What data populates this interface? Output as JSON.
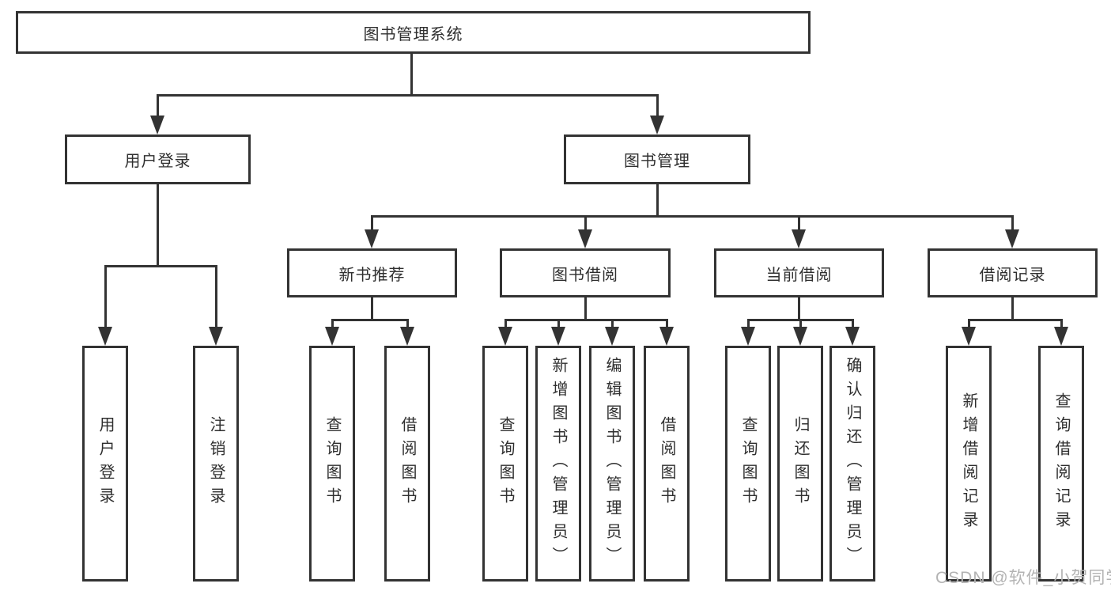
{
  "diagram": {
    "title": "图书管理系统",
    "level2": [
      {
        "label": "用户登录"
      },
      {
        "label": "图书管理"
      }
    ],
    "level3": [
      {
        "label": "新书推荐",
        "parent": "图书管理"
      },
      {
        "label": "图书借阅",
        "parent": "图书管理"
      },
      {
        "label": "当前借阅",
        "parent": "图书管理"
      },
      {
        "label": "借阅记录",
        "parent": "图书管理"
      }
    ],
    "level4": [
      {
        "label": "用户登录",
        "parent": "用户登录"
      },
      {
        "label": "注销登录",
        "parent": "用户登录"
      },
      {
        "label": "查询图书",
        "parent": "新书推荐"
      },
      {
        "label": "借阅图书",
        "parent": "新书推荐"
      },
      {
        "label": "查询图书",
        "parent": "图书借阅"
      },
      {
        "label": "新增图书（管理员）",
        "parent": "图书借阅"
      },
      {
        "label": "编辑图书（管理员）",
        "parent": "图书借阅"
      },
      {
        "label": "借阅图书",
        "parent": "图书借阅"
      },
      {
        "label": "查询图书",
        "parent": "当前借阅"
      },
      {
        "label": "归还图书",
        "parent": "当前借阅"
      },
      {
        "label": "确认归还（管理员）",
        "parent": "当前借阅"
      },
      {
        "label": "新增借阅记录",
        "parent": "借阅记录"
      },
      {
        "label": "查询借阅记录",
        "parent": "借阅记录"
      }
    ]
  },
  "watermark": {
    "text": "CSDN @软件_小贺同学"
  },
  "colors": {
    "line": "#333333",
    "box_border": "#333333",
    "box_fill": "#ffffff",
    "text": "#2f2f2f",
    "watermark": "#b3b3b3",
    "background": "#ffffff"
  }
}
